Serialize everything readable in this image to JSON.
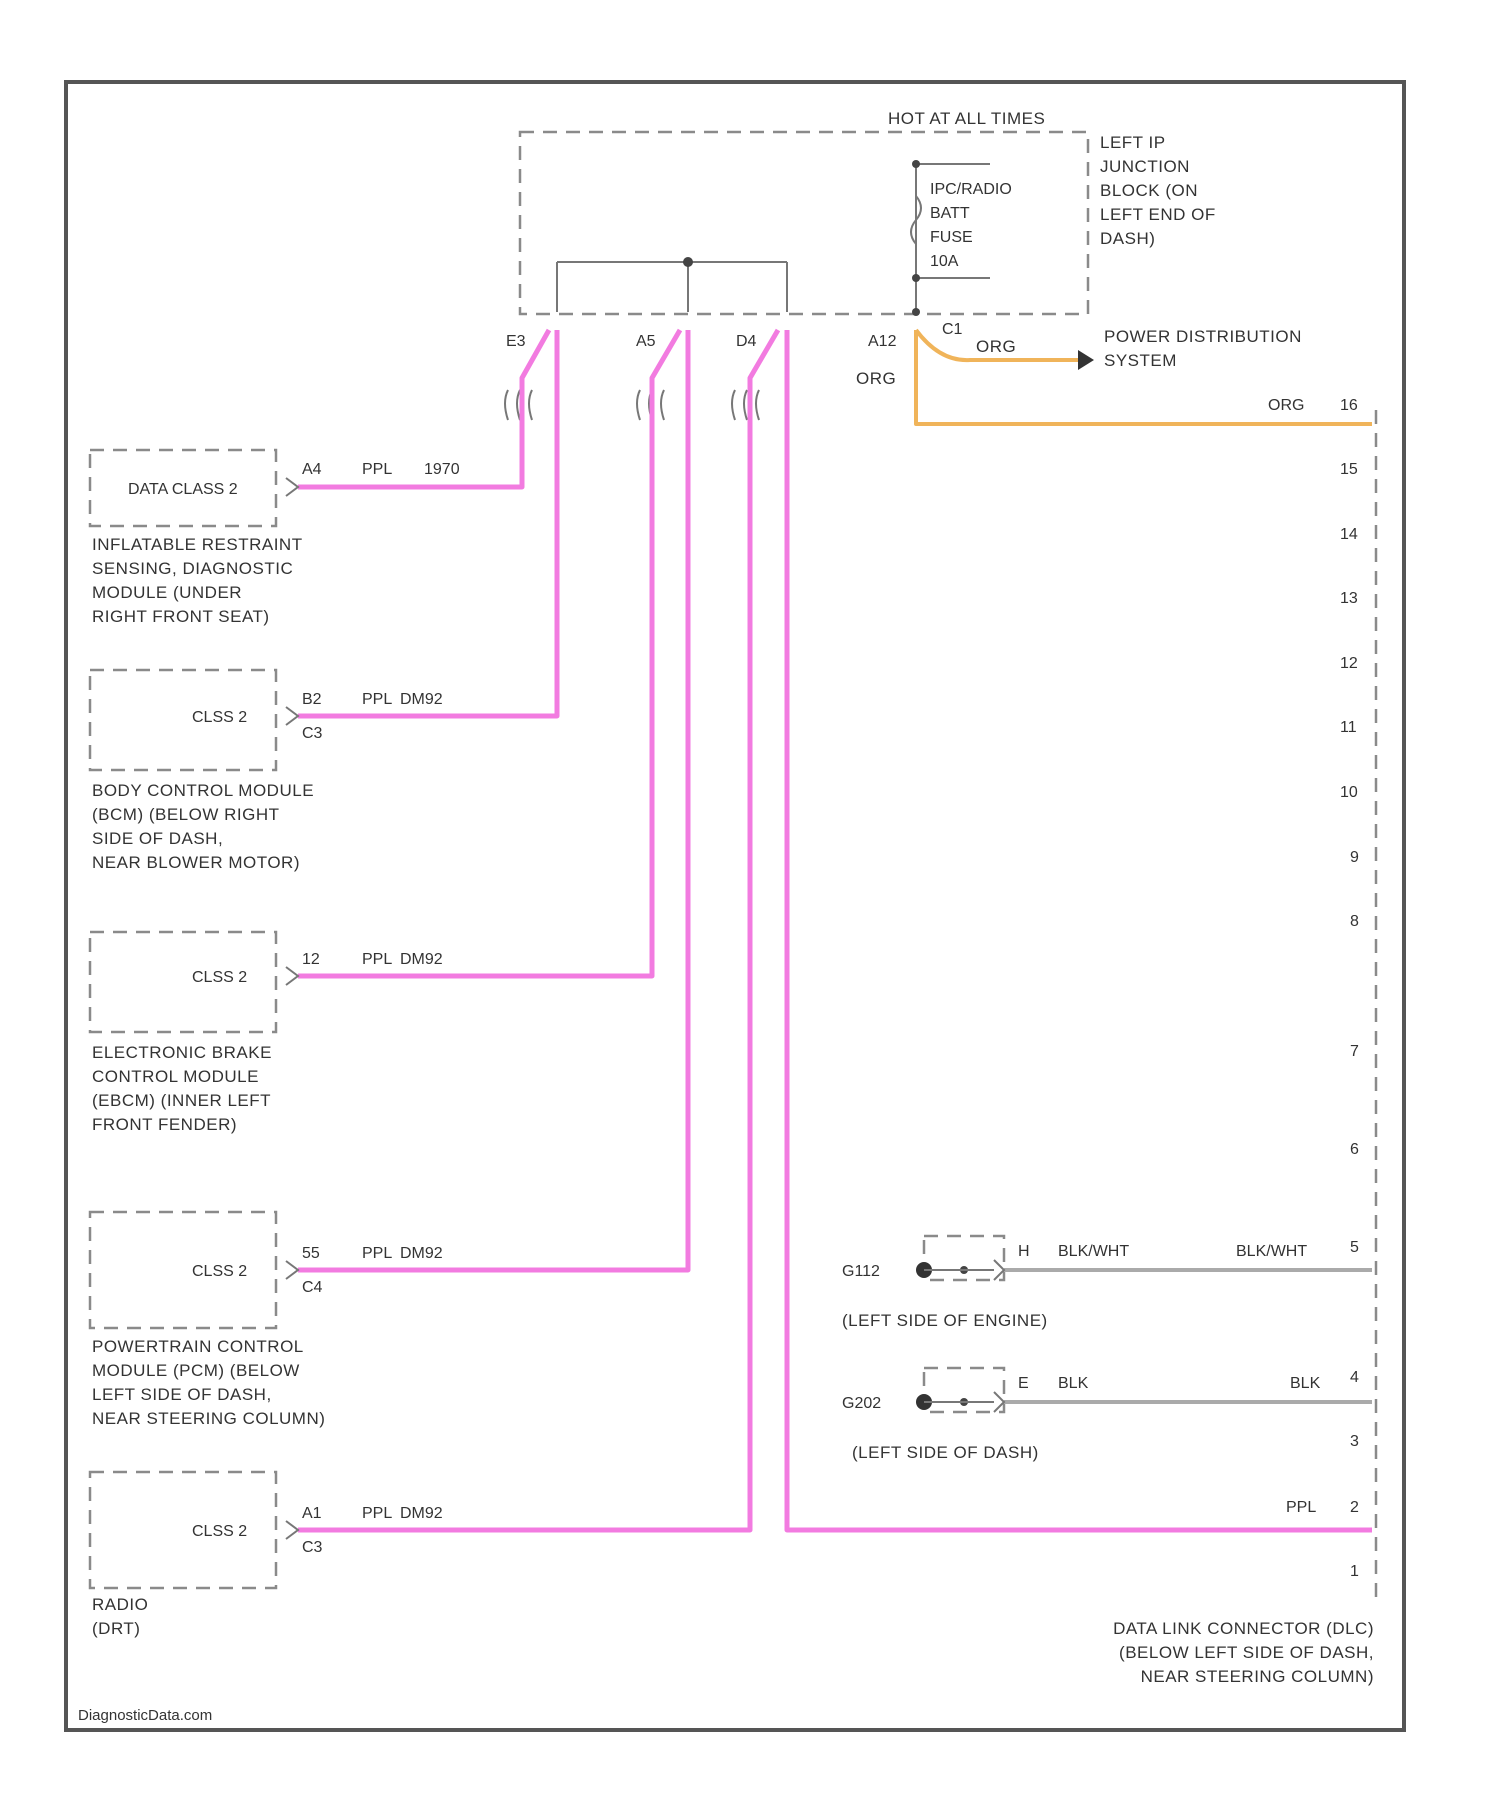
{
  "fuse_block": {
    "hot_label": "HOT AT ALL TIMES",
    "fuse_lines": [
      "IPC/RADIO",
      "BATT",
      "FUSE",
      "10A"
    ],
    "location_lines": [
      "LEFT IP",
      "JUNCTION",
      "BLOCK (ON",
      "LEFT END OF",
      "DASH)"
    ],
    "pins": [
      "E3",
      "A5",
      "D4",
      "A12",
      "C1"
    ]
  },
  "power": {
    "wire_top": "ORG",
    "wire_left": "ORG",
    "dest_lines": [
      "POWER DISTRIBUTION",
      "SYSTEM"
    ]
  },
  "modules": [
    {
      "box_label": "DATA CLASS 2",
      "pin": "A4",
      "wire": "PPL",
      "circuit": "1970",
      "connector": "",
      "desc": [
        "INFLATABLE RESTRAINT",
        "SENSING, DIAGNOSTIC",
        "MODULE (UNDER",
        "RIGHT FRONT SEAT)"
      ]
    },
    {
      "box_label": "CLSS 2",
      "pin": "B2",
      "wire": "PPL",
      "circuit": "DM92",
      "connector": "C3",
      "desc": [
        "BODY CONTROL MODULE",
        "(BCM) (BELOW RIGHT",
        "SIDE OF DASH,",
        "NEAR BLOWER MOTOR)"
      ]
    },
    {
      "box_label": "CLSS 2",
      "pin": "12",
      "wire": "PPL",
      "circuit": "DM92",
      "connector": "",
      "desc": [
        "ELECTRONIC BRAKE",
        "CONTROL MODULE",
        "(EBCM) (INNER LEFT",
        "FRONT FENDER)"
      ]
    },
    {
      "box_label": "CLSS 2",
      "pin": "55",
      "wire": "PPL",
      "circuit": "DM92",
      "connector": "C4",
      "desc": [
        "POWERTRAIN CONTROL",
        "MODULE (PCM) (BELOW",
        "LEFT SIDE OF DASH,",
        "NEAR STEERING COLUMN)"
      ]
    },
    {
      "box_label": "CLSS 2",
      "pin": "A1",
      "wire": "PPL",
      "circuit": "DM92",
      "connector": "C3",
      "desc": [
        "RADIO",
        "(DRT)"
      ]
    }
  ],
  "dlc": {
    "pins": [
      "16",
      "15",
      "14",
      "13",
      "12",
      "11",
      "10",
      "9",
      "8",
      "7",
      "6",
      "5",
      "4",
      "3",
      "2",
      "1"
    ],
    "pin16_wire": "ORG",
    "pin2_wire": "PPL",
    "desc": [
      "DATA LINK CONNECTOR (DLC)",
      "(BELOW LEFT SIDE OF DASH,",
      "NEAR STEERING COLUMN)"
    ]
  },
  "grounds": [
    {
      "id": "G112",
      "pin": "H",
      "wire_left": "BLK/WHT",
      "wire_right": "BLK/WHT",
      "dlc_pin": "5",
      "location": "(LEFT SIDE OF ENGINE)"
    },
    {
      "id": "G202",
      "pin": "E",
      "wire_left": "BLK",
      "wire_right": "BLK",
      "dlc_pin": "4",
      "location": "(LEFT SIDE OF DASH)"
    }
  ],
  "watermark": "DiagnosticData.com"
}
